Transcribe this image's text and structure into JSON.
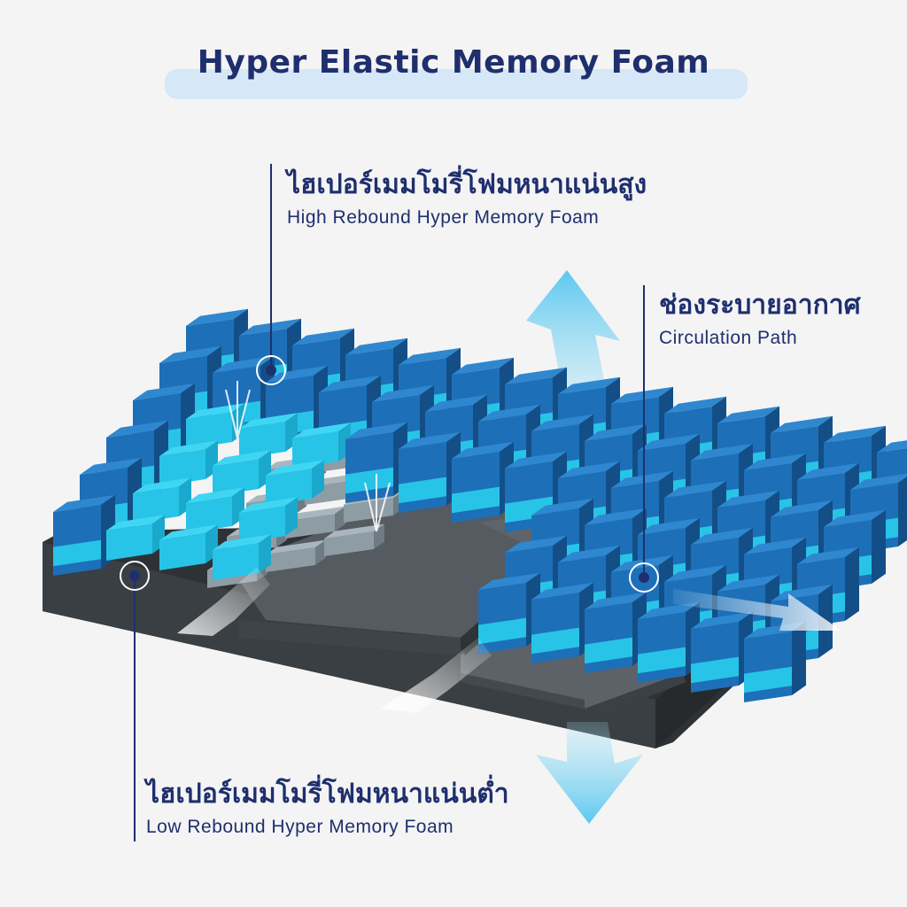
{
  "title": "Hyper Elastic Memory Foam",
  "labels": {
    "high": {
      "thai": "ไฮเปอร์เมมโมรี่โฟมหนาแน่นสูง",
      "english": "High Rebound Hyper Memory Foam"
    },
    "circulation": {
      "thai": "ช่องระบายอากาศ",
      "english": "Circulation Path"
    },
    "low": {
      "thai": "ไฮเปอร์เมมโมรี่โฟมหนาแน่นต่ำ",
      "english": "Low Rebound Hyper Memory Foam"
    }
  },
  "colors": {
    "title_text": "#1f2f6e",
    "title_pill": "#d6e8f7",
    "cube_dark_blue": "#1d6fb8",
    "cube_cyan": "#27c4e8",
    "cube_gray": "#8e9ca4",
    "base_dark": "#3a3f43",
    "arrow_light_blue": "#6fd0f2"
  }
}
